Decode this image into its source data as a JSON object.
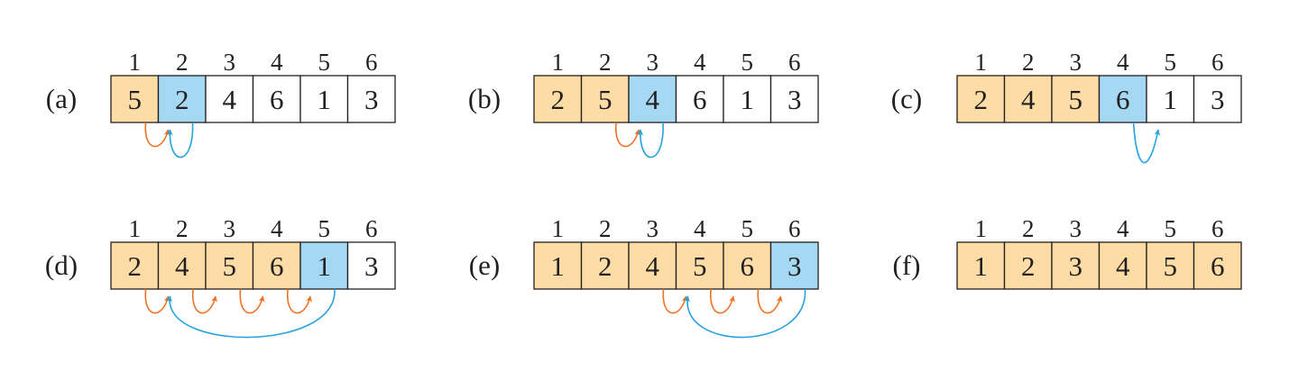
{
  "colors": {
    "sorted": "#fddca6",
    "key": "#a5d8f3",
    "unsorted": "#ffffff",
    "border": "#231f20",
    "arrow_key": "#27a2dc",
    "arrow_shift": "#ef7121"
  },
  "panels": [
    {
      "label": "(a)",
      "indices": [
        "1",
        "2",
        "3",
        "4",
        "5",
        "6"
      ],
      "values": [
        "5",
        "2",
        "4",
        "6",
        "1",
        "3"
      ],
      "states": [
        "sorted",
        "key",
        "unsorted",
        "unsorted",
        "unsorted",
        "unsorted"
      ],
      "key_to": 1,
      "shifts": [
        1
      ]
    },
    {
      "label": "(b)",
      "indices": [
        "1",
        "2",
        "3",
        "4",
        "5",
        "6"
      ],
      "values": [
        "2",
        "5",
        "4",
        "6",
        "1",
        "3"
      ],
      "states": [
        "sorted",
        "sorted",
        "key",
        "unsorted",
        "unsorted",
        "unsorted"
      ],
      "key_to": 2,
      "shifts": [
        2
      ]
    },
    {
      "label": "(c)",
      "indices": [
        "1",
        "2",
        "3",
        "4",
        "5",
        "6"
      ],
      "values": [
        "2",
        "4",
        "5",
        "6",
        "1",
        "3"
      ],
      "states": [
        "sorted",
        "sorted",
        "sorted",
        "key",
        "unsorted",
        "unsorted"
      ],
      "key_to": 4,
      "shifts": []
    },
    {
      "label": "(d)",
      "indices": [
        "1",
        "2",
        "3",
        "4",
        "5",
        "6"
      ],
      "values": [
        "2",
        "4",
        "5",
        "6",
        "1",
        "3"
      ],
      "states": [
        "sorted",
        "sorted",
        "sorted",
        "sorted",
        "key",
        "unsorted"
      ],
      "key_to": 1,
      "shifts": [
        1,
        2,
        3,
        4
      ]
    },
    {
      "label": "(e)",
      "indices": [
        "1",
        "2",
        "3",
        "4",
        "5",
        "6"
      ],
      "values": [
        "1",
        "2",
        "4",
        "5",
        "6",
        "3"
      ],
      "states": [
        "sorted",
        "sorted",
        "sorted",
        "sorted",
        "sorted",
        "key"
      ],
      "key_to": 3,
      "shifts": [
        3,
        4,
        5
      ]
    },
    {
      "label": "(f)",
      "indices": [
        "1",
        "2",
        "3",
        "4",
        "5",
        "6"
      ],
      "values": [
        "1",
        "2",
        "3",
        "4",
        "5",
        "6"
      ],
      "states": [
        "sorted",
        "sorted",
        "sorted",
        "sorted",
        "sorted",
        "sorted"
      ],
      "key_to": null,
      "shifts": []
    }
  ]
}
